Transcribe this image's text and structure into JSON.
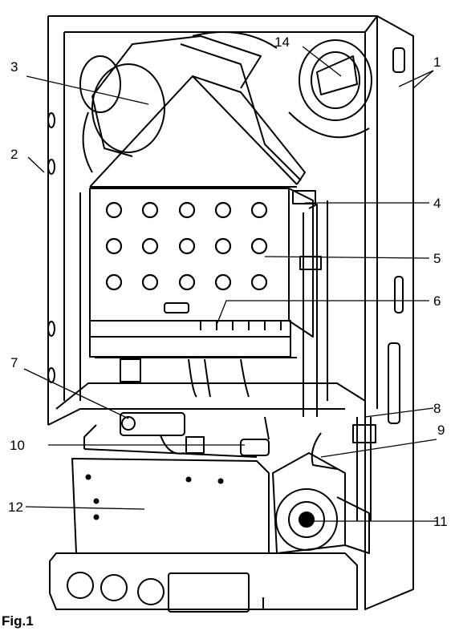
{
  "figure": {
    "caption": "Fig.1"
  },
  "callouts": {
    "c1": "1",
    "c2": "2",
    "c3": "3",
    "c4": "4",
    "c5": "5",
    "c6": "6",
    "c7": "7",
    "c8": "8",
    "c9": "9",
    "c10": "10",
    "c11": "11",
    "c12": "12",
    "c14": "14"
  },
  "colors": {
    "ink": "#000000",
    "paper": "#ffffff",
    "shade": "#d9d9d9"
  }
}
